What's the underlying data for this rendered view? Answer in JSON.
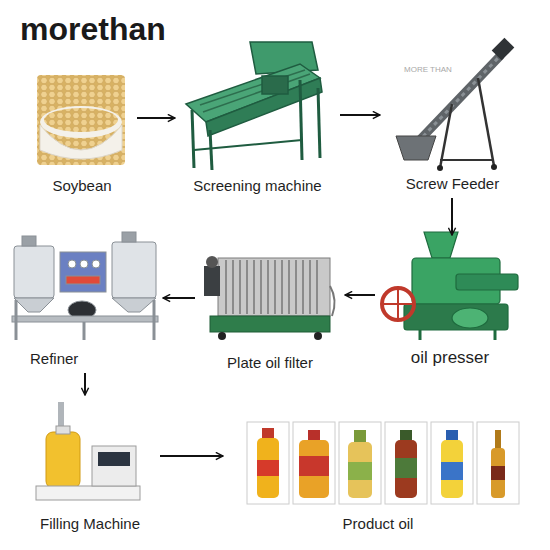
{
  "diagram": {
    "nodes": [
      {
        "text": [
          "Soybean"
        ]
      },
      {
        "text": [
          "Screening machine"
        ]
      },
      {
        "text": [
          "Screw Feeder"
        ]
      },
      {
        "text": [
          "oil presser"
        ]
      },
      {
        "text": [
          "Plate oil filter"
        ]
      },
      {
        "text": [
          "Refiner"
        ]
      },
      {
        "text": [
          "Filling Machine"
        ]
      },
      {
        "text": [
          "Product oil"
        ]
      }
    ],
    "edges": [
      {
        "from": 0,
        "to": 1,
        "arrow": "to"
      },
      {
        "from": 1,
        "to": 2,
        "arrow": "to"
      },
      {
        "from": 2,
        "to": 3,
        "arrow": "to"
      },
      {
        "from": 3,
        "to": 4,
        "arrow": "to"
      },
      {
        "from": 4,
        "to": 5,
        "arrow": "to"
      },
      {
        "from": 5,
        "to": 6,
        "arrow": "to"
      },
      {
        "from": 6,
        "to": 7,
        "arrow": "to"
      }
    ],
    "labels": [
      "morethan",
      "MORE THAN"
    ]
  }
}
